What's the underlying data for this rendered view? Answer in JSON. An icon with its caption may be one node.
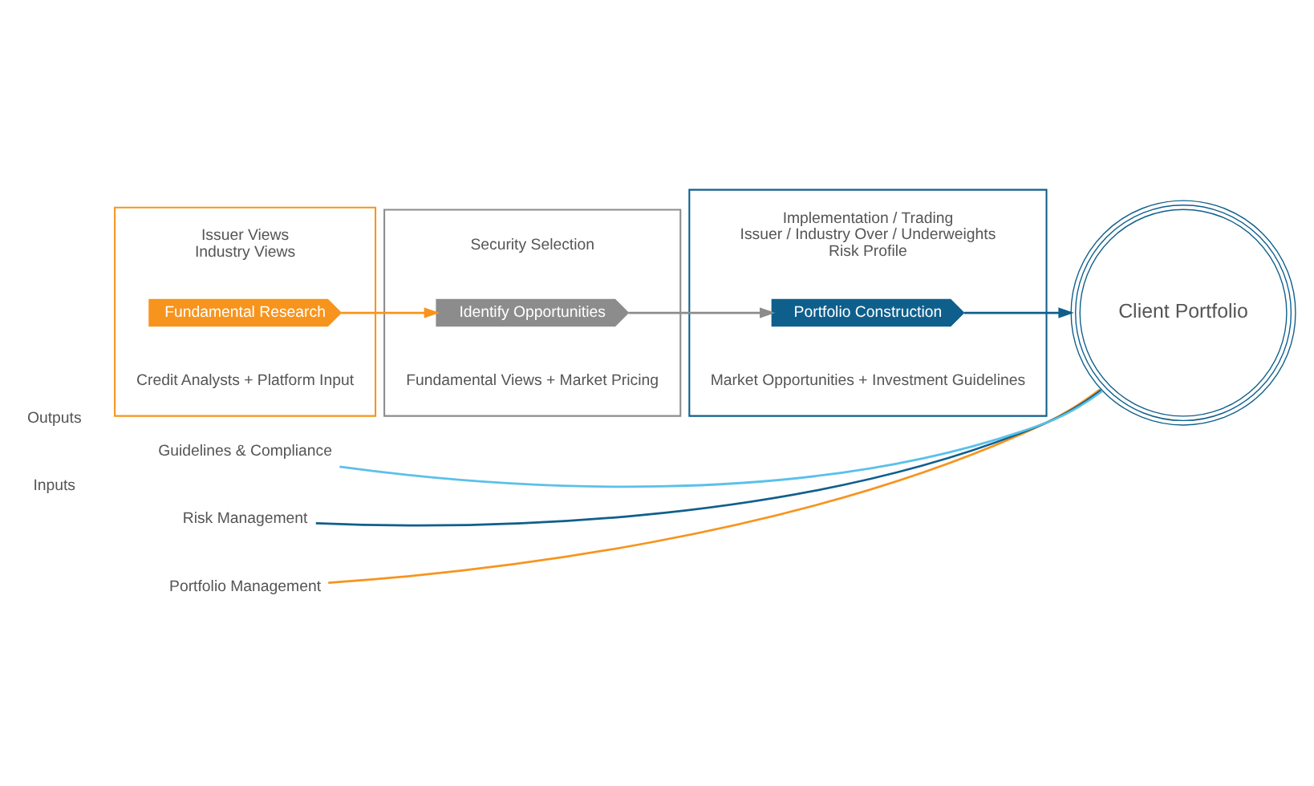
{
  "diagram": {
    "nodes": [
      {
        "text": [],
        "shape": "box"
      },
      {
        "text": [
          "Credit Analysts + Platform Input"
        ],
        "in": 0
      },
      {
        "text": [
          "Fundamental Research"
        ],
        "in": 0
      },
      {
        "text": [
          "Issuer Views",
          "Industry Views"
        ],
        "in": 0
      },
      {
        "text": [],
        "shape": "box"
      },
      {
        "text": [
          "Fundamental Views + Market Pricing"
        ],
        "in": 4
      },
      {
        "text": [
          "Identify Opportunities"
        ],
        "in": 4
      },
      {
        "text": [
          "Security Selection"
        ],
        "in": 4
      },
      {
        "text": [],
        "shape": "box"
      },
      {
        "text": [
          "Market Opportunities + Investment Guidelines"
        ],
        "in": 8
      },
      {
        "text": [
          "Portfolio Construction"
        ],
        "in": 8
      },
      {
        "text": [
          "Implementation / Trading",
          "Issuer / Industry Over / Underweights",
          "Risk Profile"
        ],
        "in": 8
      },
      {
        "text": [
          "Client Portfolio"
        ]
      },
      {
        "text": [
          "Portfolio Management"
        ]
      },
      {
        "text": [
          "Risk Management"
        ]
      },
      {
        "text": [
          "Guidelines & Compliance"
        ]
      }
    ],
    "edges": [
      {
        "from": 2,
        "to": 6,
        "arrow": "to",
        "color": "#f7941d"
      },
      {
        "from": 6,
        "to": 10,
        "arrow": "to",
        "color": "#8c8c8c"
      },
      {
        "from": 10,
        "to": 12,
        "arrow": "to",
        "color": "#0f5f8c"
      },
      {
        "from": 13,
        "to": 12,
        "arrow": "none",
        "color": "#f7941d"
      },
      {
        "from": 14,
        "to": 12,
        "arrow": "none",
        "color": "#0f5f8c"
      },
      {
        "from": 15,
        "to": 12,
        "arrow": "none",
        "color": "#5bc0eb"
      }
    ],
    "labels": [
      "Inputs",
      "Outputs"
    ]
  }
}
